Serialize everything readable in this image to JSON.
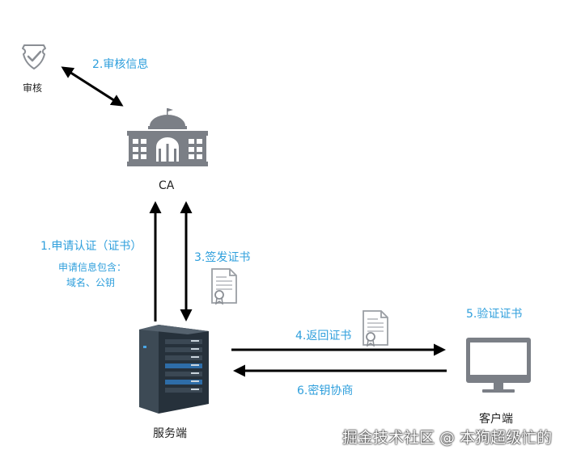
{
  "nodes": {
    "audit": "审核",
    "ca": "CA",
    "server": "服务端",
    "client": "客户端"
  },
  "steps": {
    "s1": "1.申请认证（证书）",
    "s1_note_line1": "申请信息包含：",
    "s1_note_line2": "域名、公钥",
    "s2": "2.审核信息",
    "s3": "3.签发证书",
    "s4": "4.返回证书",
    "s5": "5.验证证书",
    "s6": "6.密钥协商"
  },
  "watermark": "掘金技术社区 @ 本狗超级忙的",
  "colors": {
    "label_blue": "#2f9fdc",
    "arrow": "#000000",
    "icon_gray": "#7b7f86"
  }
}
